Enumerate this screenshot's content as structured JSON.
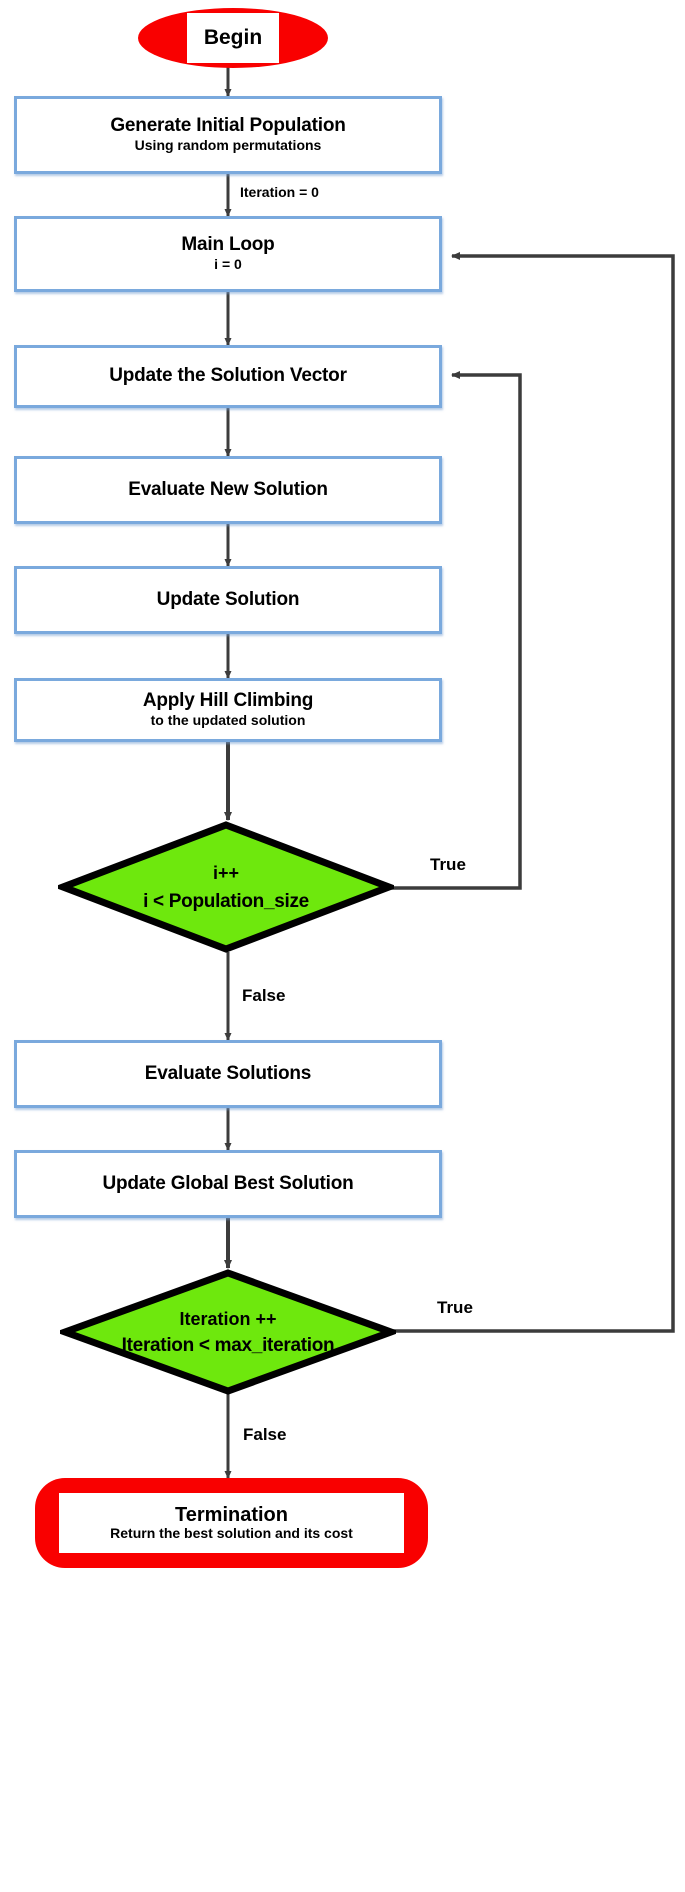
{
  "diagram": {
    "title": "Algorithm Flowchart",
    "colors": {
      "terminator_fill": "#f90000",
      "process_border": "#7aa9dd",
      "process_fill": "#ffffff",
      "decision_fill": "#6ee80d",
      "decision_border": "#000000",
      "arrow": "#3c3c3c",
      "background": "#ffffff"
    }
  },
  "nodes": {
    "begin": {
      "label": "Begin"
    },
    "generate_population": {
      "title": "Generate Initial Population",
      "subtitle": "Using random permutations"
    },
    "main_loop": {
      "title": "Main Loop",
      "subtitle": "i = 0"
    },
    "update_solution_vector": {
      "title": "Update the Solution Vector"
    },
    "evaluate_new_solution": {
      "title": "Evaluate New Solution"
    },
    "update_solution": {
      "title": "Update  Solution"
    },
    "apply_hill_climbing": {
      "title": "Apply Hill Climbing",
      "subtitle": "to the updated solution"
    },
    "inner_decision": {
      "line1": "i++",
      "line2": "i < Population_size"
    },
    "evaluate_solutions": {
      "title": "Evaluate Solutions"
    },
    "update_global_best": {
      "title": "Update Global Best Solution"
    },
    "outer_decision": {
      "line1": "Iteration ++",
      "line2": "Iteration < max_iteration"
    },
    "termination": {
      "title": "Termination",
      "subtitle": "Return the best solution and its cost"
    }
  },
  "edges": {
    "iteration_init": "Iteration = 0",
    "inner_true": "True",
    "inner_false": "False",
    "outer_true": "True",
    "outer_false": "False"
  }
}
